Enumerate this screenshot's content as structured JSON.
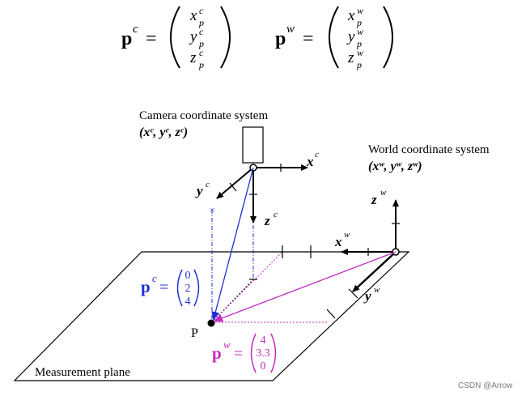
{
  "equations": {
    "pc_lhs": "p",
    "pc_sup": "c",
    "pc_rows": [
      {
        "base": "x",
        "sub": "p",
        "sup": "c"
      },
      {
        "base": "y",
        "sub": "p",
        "sup": "c"
      },
      {
        "base": "z",
        "sub": "p",
        "sup": "c"
      }
    ],
    "pw_lhs": "p",
    "pw_sup": "w",
    "pw_rows": [
      {
        "base": "x",
        "sub": "p",
        "sup": "w"
      },
      {
        "base": "y",
        "sub": "p",
        "sup": "w"
      },
      {
        "base": "z",
        "sub": "p",
        "sup": "w"
      }
    ],
    "equals": "="
  },
  "camera": {
    "title": "Camera coordinate system",
    "tuple": "(xᶜ, yᶜ, zᶜ)",
    "axis_x": "x",
    "axis_y": "y",
    "axis_z": "z",
    "axis_sup": "c"
  },
  "world": {
    "title": "World coordinate system",
    "tuple": "(xʷ, yʷ, zʷ)",
    "axis_x": "x",
    "axis_y": "y",
    "axis_z": "z",
    "axis_sup": "w"
  },
  "point": {
    "label": "P",
    "pc_label": "p",
    "pc_sup": "c",
    "pc_values": [
      "0",
      "2",
      "4"
    ],
    "pw_label": "p",
    "pw_sup": "w",
    "pw_values": [
      "4",
      "3.3",
      "0"
    ]
  },
  "plane_label": "Measurement plane",
  "watermark": "CSDN @Arrow",
  "colors": {
    "camera_vector": "#1f2fd6",
    "world_vector": "#c22bbf",
    "axes": "#000000"
  }
}
